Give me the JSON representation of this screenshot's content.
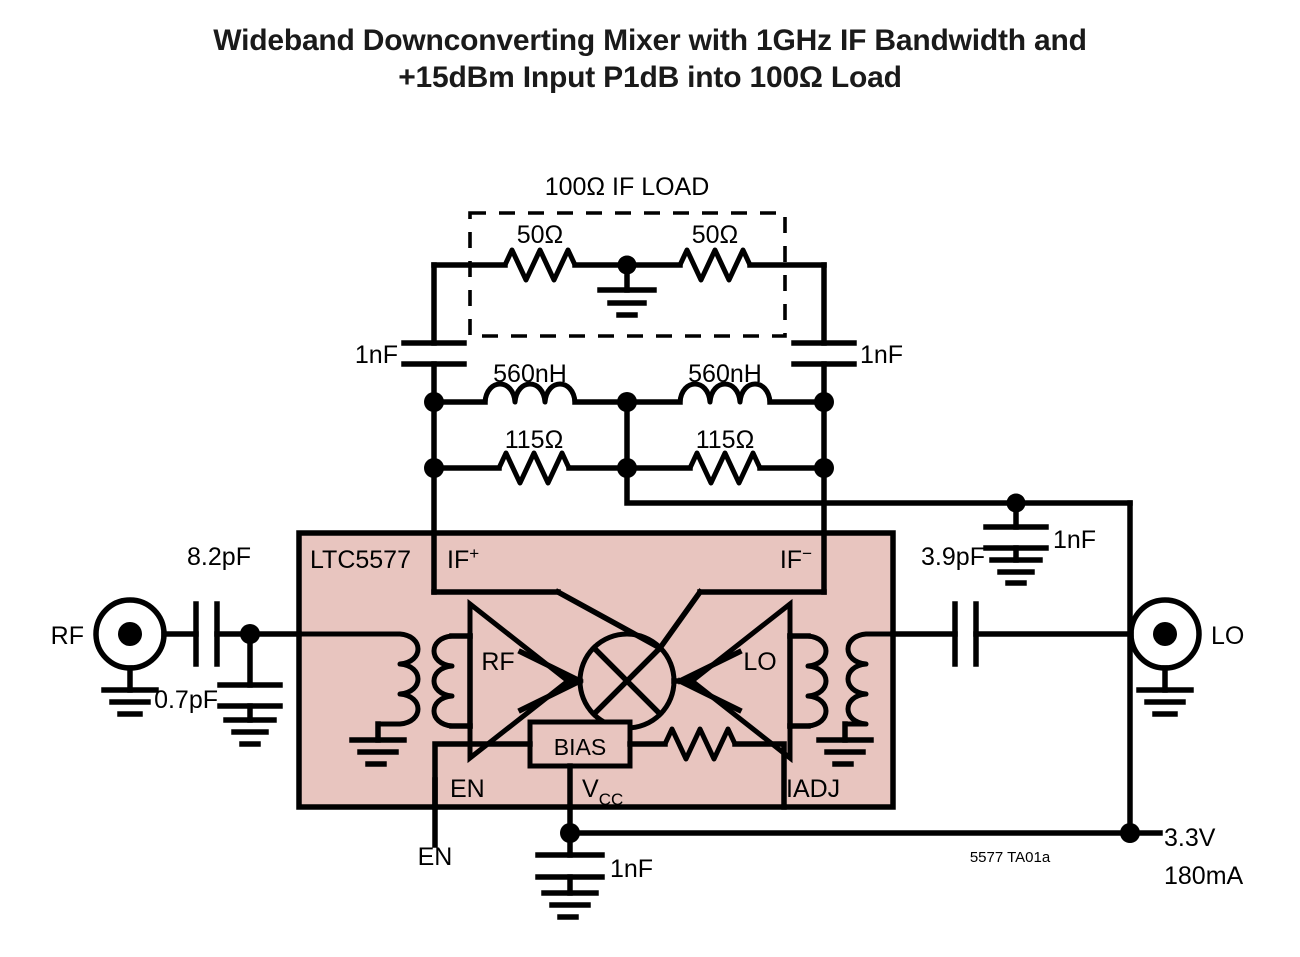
{
  "title": {
    "line1": "Wideband Downconverting Mixer with 1GHz IF Bandwidth and",
    "line2": "+15dBm Input P1dB into 100Ω Load"
  },
  "schematic": {
    "part_number": "LTC5577",
    "caption": "5577 TA01a",
    "if_load": {
      "group_label": "100Ω IF LOAD",
      "resistor_left": "50Ω",
      "resistor_right": "50Ω"
    },
    "if_network": {
      "cap_left": "1nF",
      "cap_right": "1nF",
      "inductor_left": "560nH",
      "inductor_right": "560nH",
      "resistor_left": "115Ω",
      "resistor_right": "115Ω"
    },
    "rf_input": {
      "port_label": "RF",
      "series_cap": "8.2pF",
      "shunt_cap": "0.7pF"
    },
    "lo_input": {
      "port_label": "LO",
      "series_cap": "3.9pF",
      "decoupling_cap": "1nF"
    },
    "supply": {
      "voltage": "3.3V",
      "current": "180mA",
      "vcc_cap": "1nF",
      "enable_label": "EN"
    },
    "ic_pins": {
      "if_plus_base": "IF",
      "if_plus_sign": "+",
      "if_minus_base": "IF",
      "if_minus_sign": "−",
      "enable": "EN",
      "vcc_base": "V",
      "vcc_sub": "CC",
      "iadj": "IADJ"
    },
    "ic_blocks": {
      "rf_amp": "RF",
      "lo_amp": "LO",
      "bias": "BIAS"
    },
    "colors": {
      "ic_fill": "#e8c5bf",
      "wire": "#000000"
    }
  }
}
